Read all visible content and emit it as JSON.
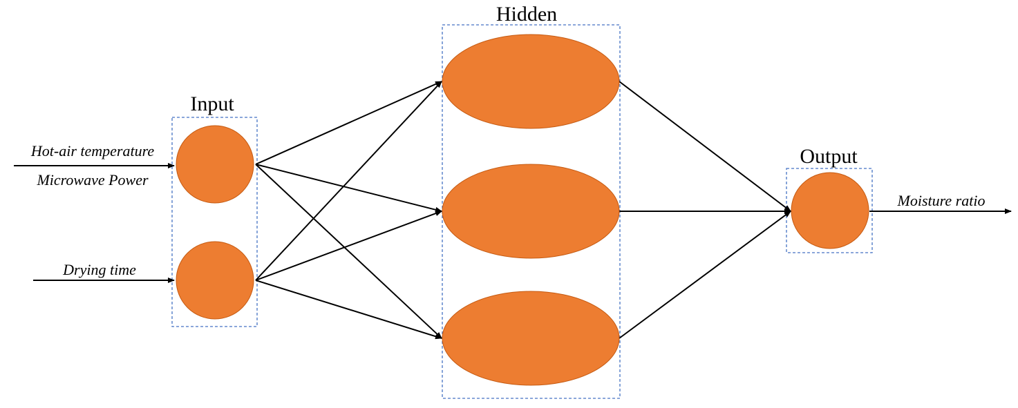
{
  "layers": {
    "input": {
      "title": "Input"
    },
    "hidden": {
      "title": "Hidden"
    },
    "output": {
      "title": "Output"
    }
  },
  "inputs": {
    "node1_labels": [
      "Hot-air temperature",
      "Microwave Power"
    ],
    "node2_label": "Drying time"
  },
  "output_label": "Moisture ratio",
  "colors": {
    "node_fill": "#ED7D31",
    "node_stroke": "#C55A11",
    "box_stroke": "#4472C4",
    "edge": "#000000"
  }
}
